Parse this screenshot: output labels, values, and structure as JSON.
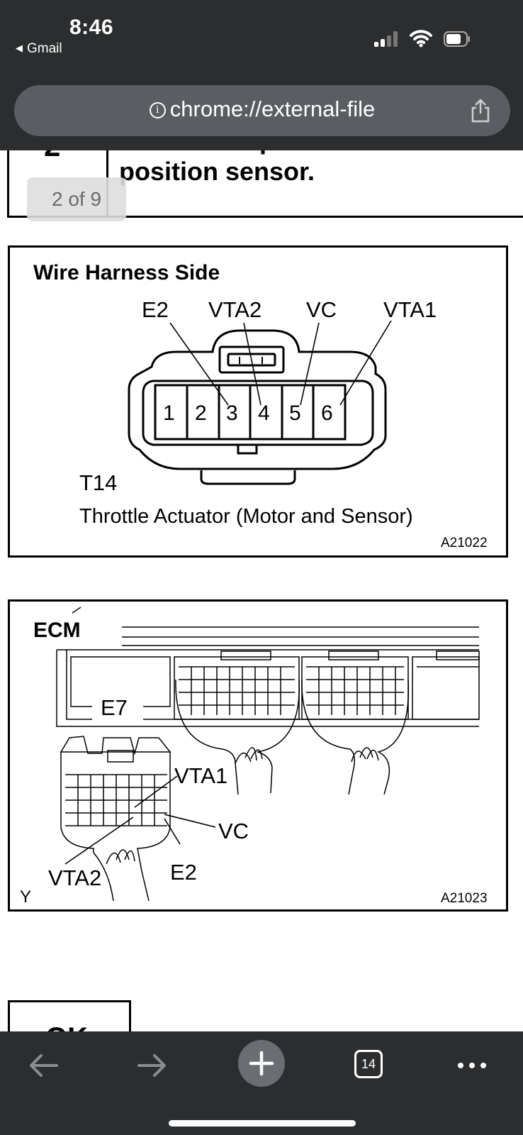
{
  "status_bar": {
    "time": "8:46",
    "back_app": "Gmail"
  },
  "address_bar": {
    "url": "chrome://external-file"
  },
  "document": {
    "step_number": "2",
    "step_title_line1": "Check for open and short in",
    "step_title_line2": "position sensor.",
    "page_indicator": "2 of 9",
    "figure1": {
      "heading": "Wire Harness Side",
      "pin_labels": [
        "E2",
        "VTA2",
        "VC",
        "VTA1"
      ],
      "pins": [
        "1",
        "2",
        "3",
        "4",
        "5",
        "6"
      ],
      "connector_id": "T14",
      "connector_name": "Throttle Actuator (Motor and Sensor)",
      "figure_code": "A21022"
    },
    "figure2": {
      "heading": "ECM",
      "connector_id": "E7",
      "labels": {
        "vta1": "VTA1",
        "vc": "VC",
        "vta2": "VTA2",
        "e2": "E2"
      },
      "corner_mark": "Y",
      "figure_code": "A21023"
    },
    "next_box_text": "OK"
  },
  "toolbar": {
    "tab_count": "14"
  },
  "icons": [
    "back-arrow-icon",
    "forward-arrow-icon",
    "plus-icon",
    "tabs-icon",
    "more-icon",
    "share-icon",
    "info-icon",
    "signal-icon",
    "wifi-icon",
    "battery-icon"
  ]
}
